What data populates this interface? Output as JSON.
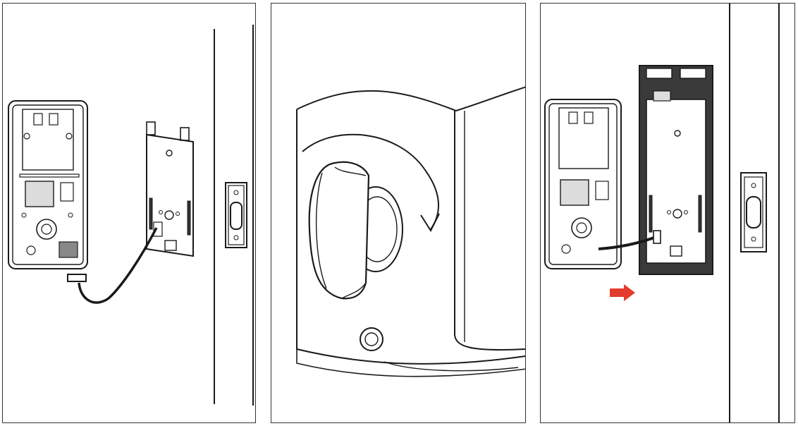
{
  "colors": {
    "line": "#1a1a1a",
    "mount_plate_dark": "#3a3a3a",
    "arrow_red": "#e23b2e",
    "background": "#ffffff"
  },
  "panels": [
    {
      "name": "step-connect-cable",
      "icons": [
        "lock-interior-assembly",
        "mounting-plate",
        "cable",
        "door-strike-plate",
        "door-edge"
      ]
    },
    {
      "name": "step-turn-thumbturn",
      "icons": [
        "thumbturn",
        "rotation-arrow",
        "lock-housing"
      ]
    },
    {
      "name": "step-slide-assembly",
      "icons": [
        "lock-interior-assembly",
        "mounting-plate-dark",
        "cable",
        "push-arrow",
        "door-strike-plate",
        "door-edge"
      ]
    }
  ]
}
